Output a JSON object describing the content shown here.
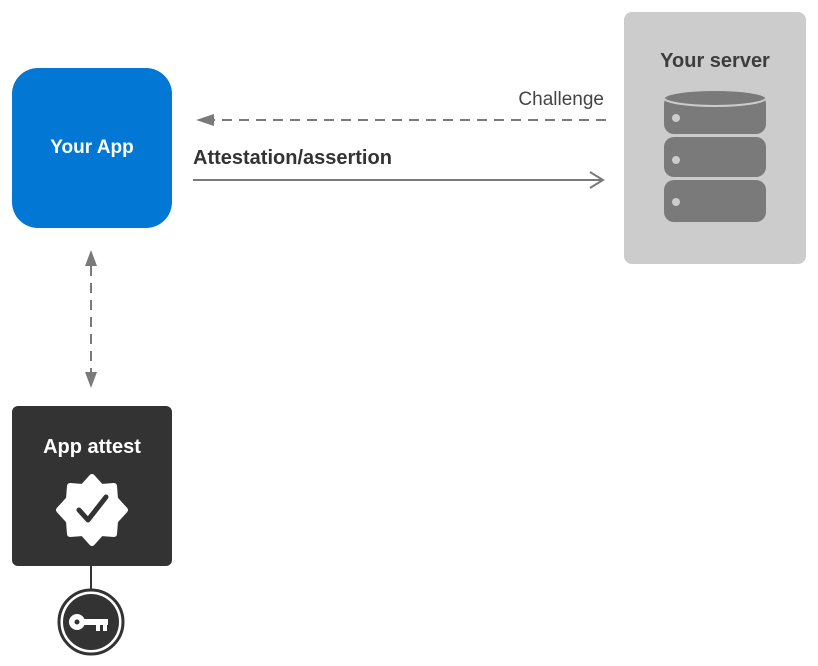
{
  "nodes": {
    "app": {
      "label": "Your App"
    },
    "server": {
      "label": "Your server"
    },
    "attest": {
      "label": "App attest"
    }
  },
  "edges": {
    "challenge": {
      "label": "Challenge"
    },
    "attestation": {
      "label": "Attestation/assertion"
    }
  },
  "icons": {
    "server": "database-icon",
    "attest": "verified-badge-icon",
    "key": "key-icon"
  },
  "colors": {
    "app": "#0277d4",
    "server": "#cccccc",
    "attest": "#333333",
    "arrow": "#7a7a7a"
  }
}
